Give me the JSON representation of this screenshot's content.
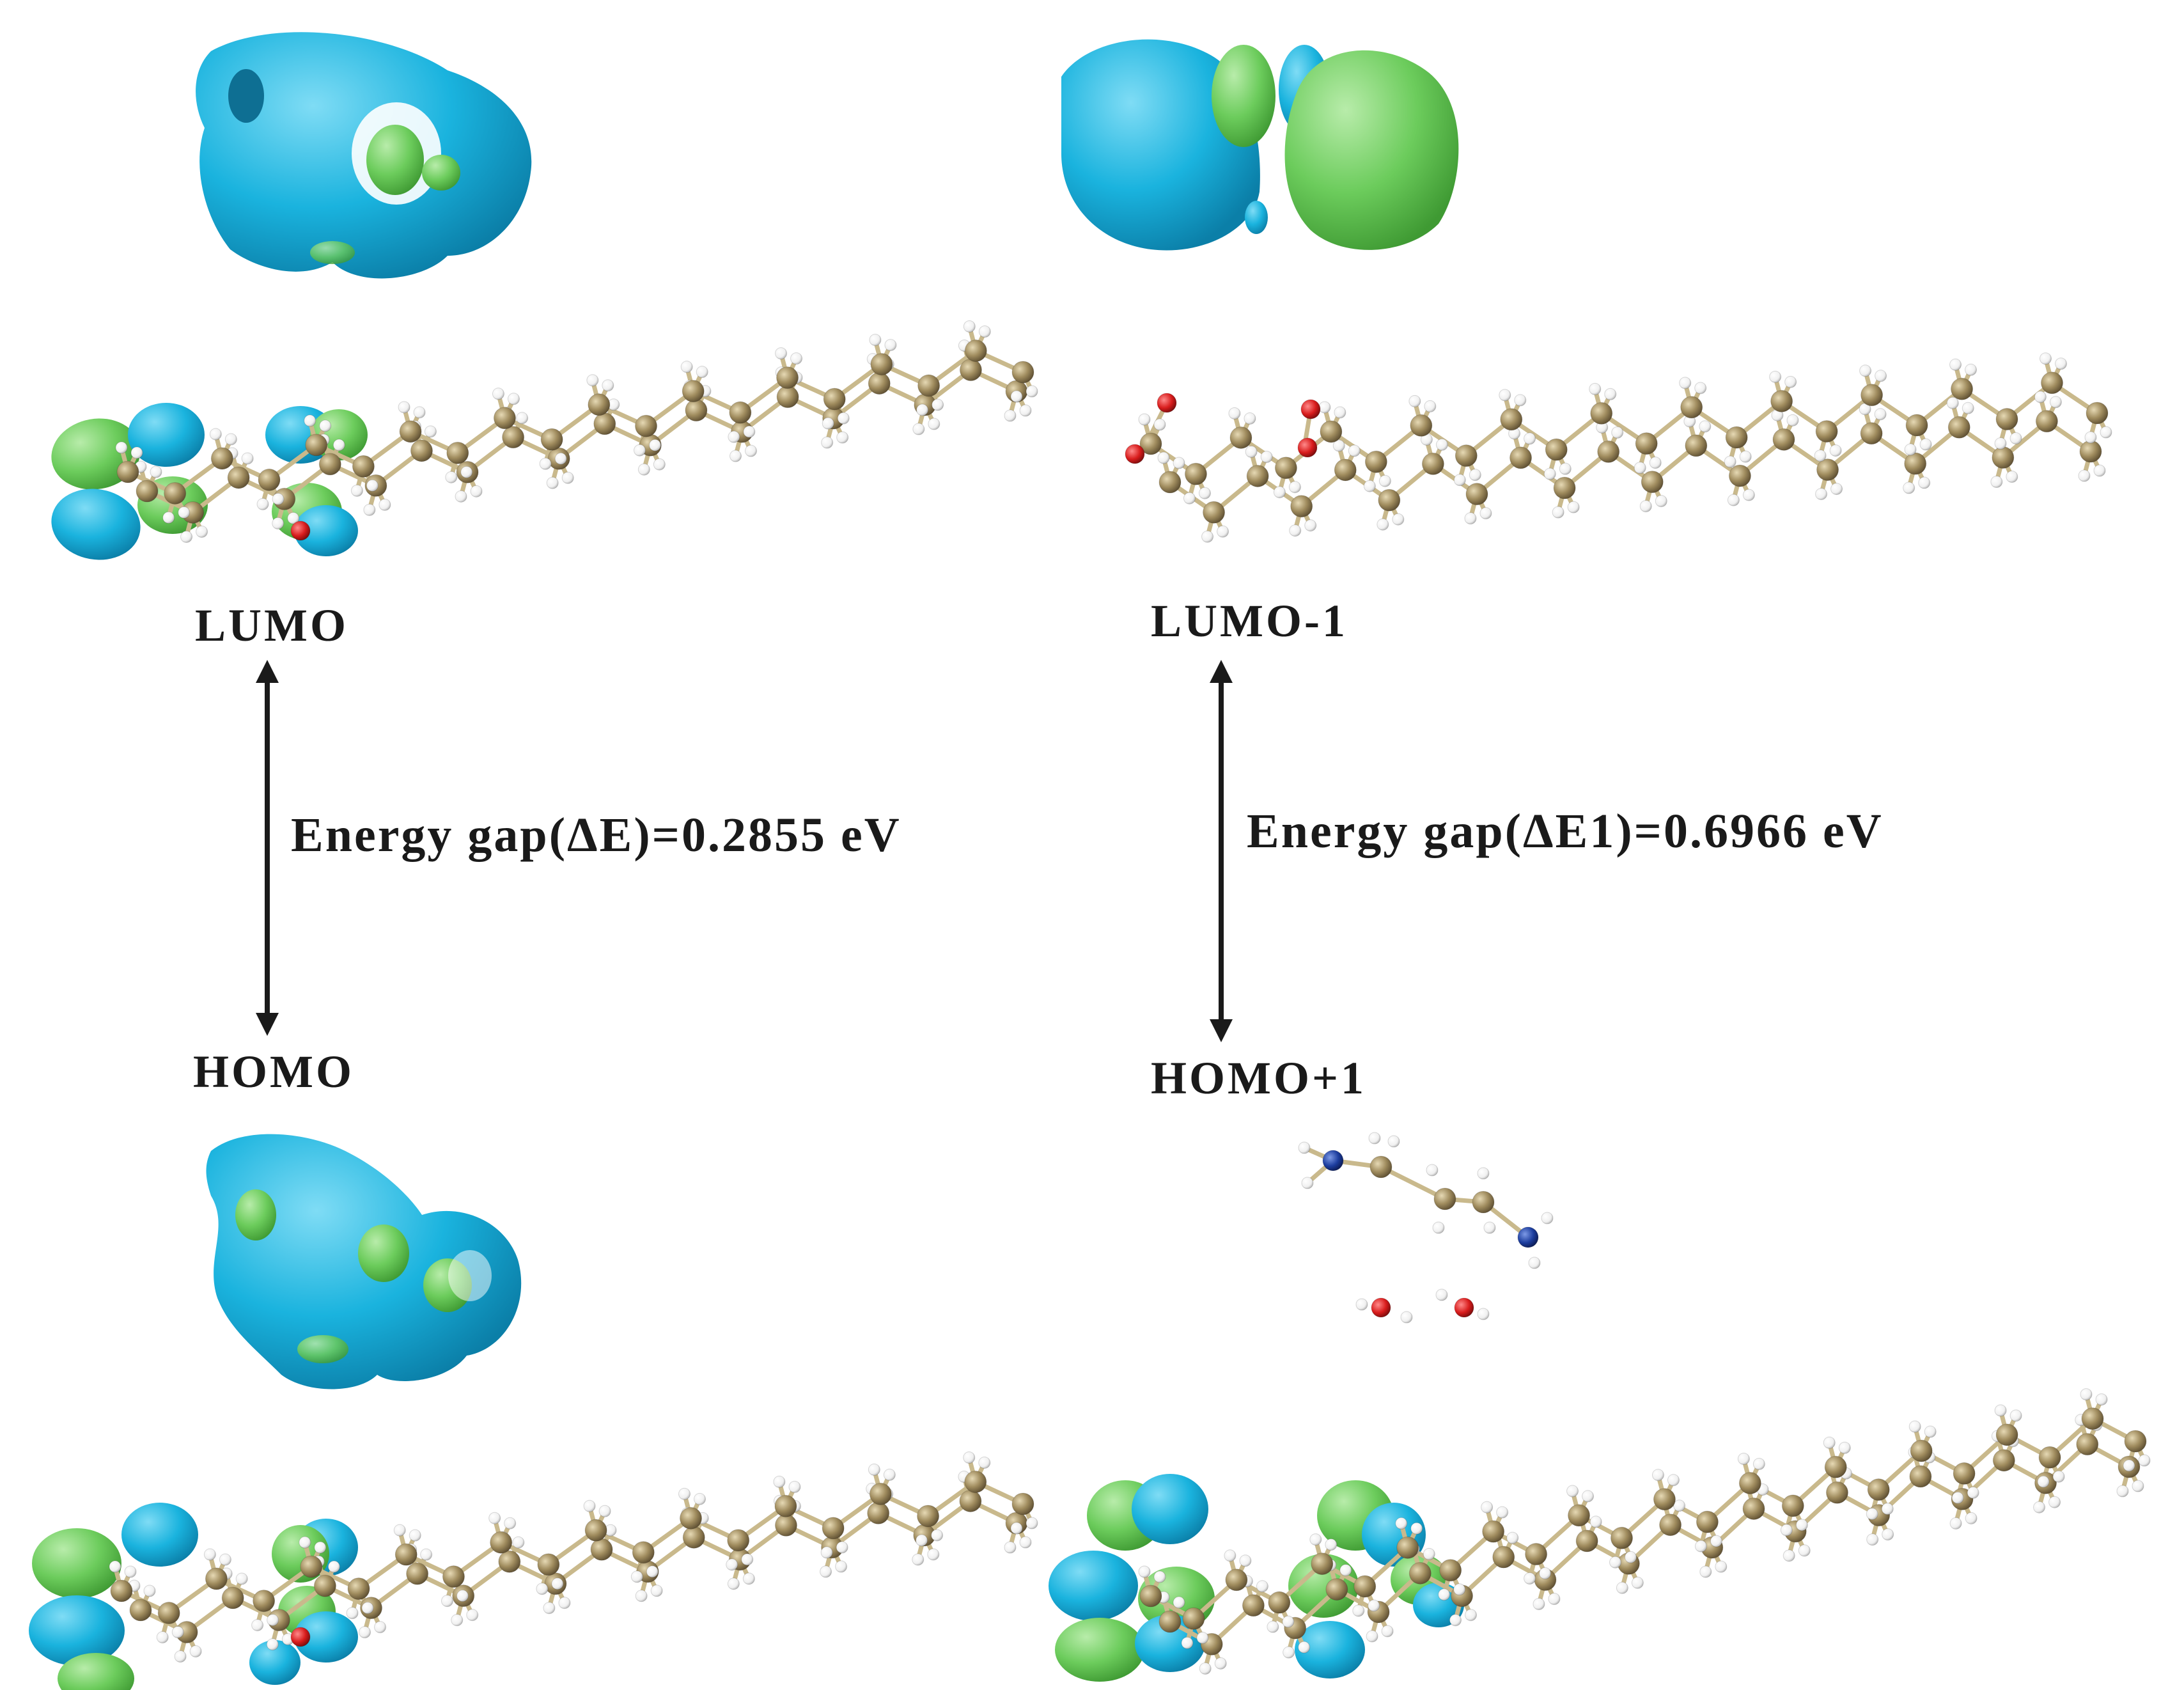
{
  "left_panel": {
    "upper_orbital": "LUMO",
    "lower_orbital": "HOMO",
    "gap_label": "Energy gap(ΔE)=0.2855 eV"
  },
  "right_panel": {
    "upper_orbital": "LUMO-1",
    "lower_orbital": "HOMO+1",
    "gap_label": "Energy gap(ΔE1)=0.6966 eV"
  },
  "colors": {
    "orbital_positive": "#1ab3de",
    "orbital_negative": "#6ccc5c",
    "carbon": "#9c8a62",
    "hydrogen": "#ffffff",
    "oxygen": "#e01818",
    "nitrogen": "#1c3d9e",
    "bond": "#c9b98c",
    "arrow": "#1a1a1a",
    "text": "#1a1a1a"
  }
}
